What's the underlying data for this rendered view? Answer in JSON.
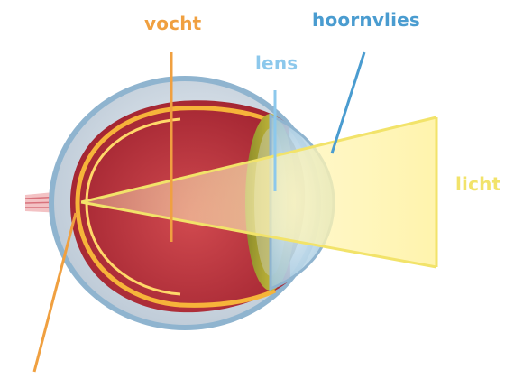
{
  "labels": {
    "vocht": "vocht",
    "lens": "lens",
    "hoornvlies": "hoornvlies",
    "licht": "licht"
  },
  "colors": {
    "vocht": "#f0a040",
    "lens": "#8cc8ec",
    "hoornvlies": "#4a9cd0",
    "licht": "#f2e36a"
  }
}
